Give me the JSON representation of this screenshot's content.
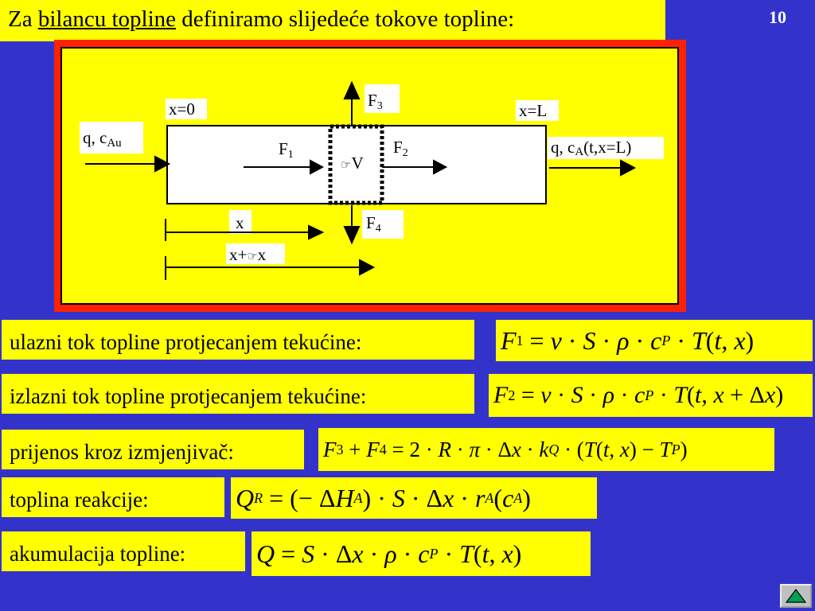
{
  "title": {
    "prefix": "Za ",
    "underlined": "bilancu topline",
    "suffix": " definiramo slijedeće tokove topline:"
  },
  "page_number": "10",
  "diagram": {
    "x0": "x=0",
    "xL": "x=L",
    "inlet": "q, c",
    "inlet_sub": "Au",
    "outlet": "q, c",
    "outlet_sub": "A",
    "outlet_tail": "(t,x=L)",
    "F1": "F",
    "F1_sub": "1",
    "F2": "F",
    "F2_sub": "2",
    "F3": "F",
    "F3_sub": "3",
    "F4": "F",
    "F4_sub": "4",
    "dV": "V",
    "x": "x",
    "x_dx_a": "x+",
    "x_dx_b": "x"
  },
  "rows": [
    {
      "label": "ulazni tok topline protjecanjem tekućine:"
    },
    {
      "label": "izlazni tok topline protjecanjem tekućine:"
    },
    {
      "label": "prijenos kroz izmjenjivač:"
    },
    {
      "label": "toplina reakcije:"
    },
    {
      "label": "akumulacija topline:"
    }
  ],
  "equations": {
    "eq1": "F₁ = v · S · ρ · c_P · T(t, x)",
    "eq2": "F₂ = v · S · ρ · c_P · T(t, x + Δx)",
    "eq3": "F₃ + F₄ = 2 · R · π · Δx · k_Q · (T(t, x) − T_P)",
    "eq4": "Q_R = (− ΔH_A) · S · Δx · r_A(c_A)",
    "eq5": "Q = S · Δx · ρ · c_P · T(t, x)"
  },
  "colors": {
    "background": "#3333cc",
    "panel": "#ffff00",
    "frame": "#ff2200",
    "nav": "#00a050"
  },
  "icons": {
    "nav": "triangle-play-icon",
    "delta": "hand-pointer-icon"
  }
}
